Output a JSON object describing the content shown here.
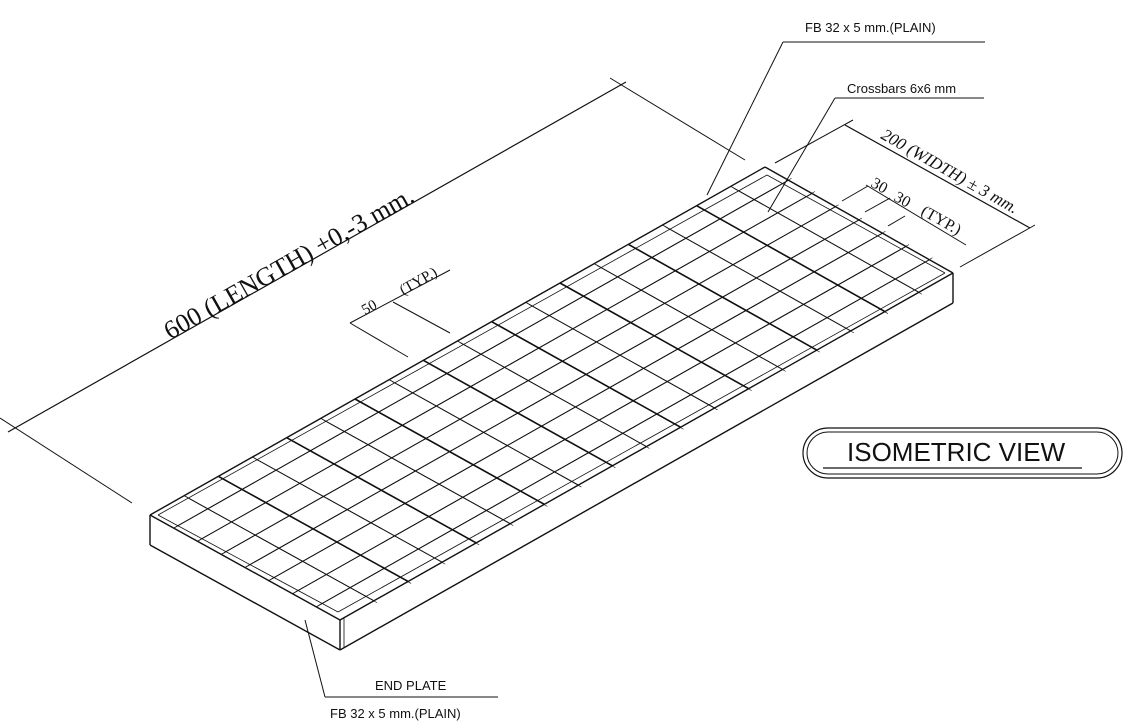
{
  "labels": {
    "bearing_bar": "FB  32 x 5 mm.(PLAIN)",
    "crossbars": "Crossbars 6x6 mm",
    "end_plate_title": "END PLATE",
    "end_plate_spec": "FB  32 x 5  mm.(PLAIN)",
    "length_dim": "600 (LENGTH)  +0,-3  mm.",
    "width_dim": "200 (WIDTH)  ± 3 mm.",
    "bar_pitch_a": "30",
    "bar_pitch_b": "30",
    "bar_pitch_typ": "(TYP.)",
    "crossbar_pitch": "50",
    "crossbar_pitch_typ": "(TYP.)",
    "view_title": "ISOMETRIC VIEW"
  },
  "grating": {
    "length_mm": 600,
    "width_mm": 200,
    "bearing_bar_pitch_mm": 30,
    "crossbar_pitch_mm": 50
  }
}
